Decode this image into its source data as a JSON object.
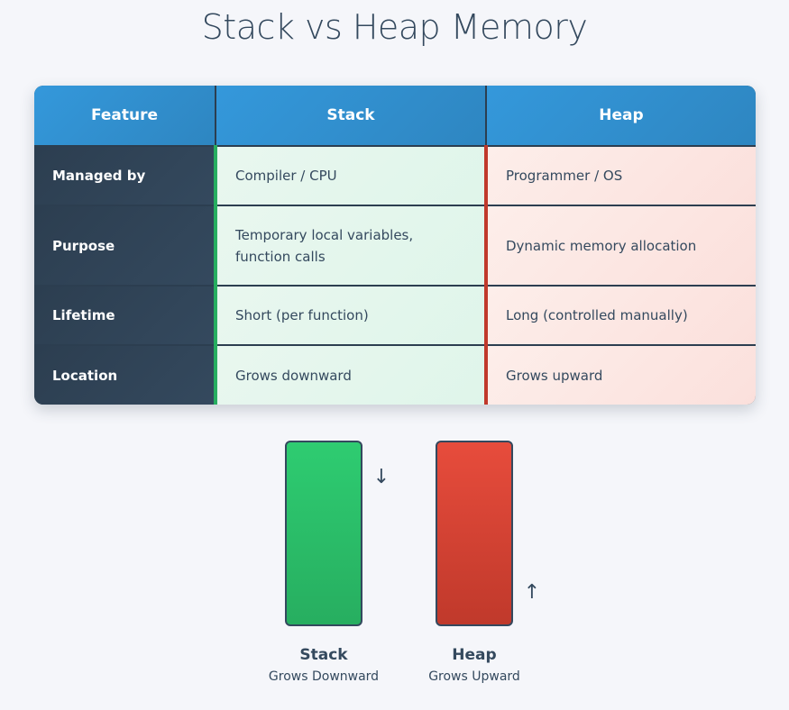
{
  "title": "Stack vs Heap Memory",
  "table": {
    "headers": [
      "Feature",
      "Stack",
      "Heap"
    ],
    "rows": [
      {
        "feature": "Managed by",
        "stack": "Compiler / CPU",
        "heap": "Programmer / OS"
      },
      {
        "feature": "Purpose",
        "stack": "Temporary local variables, function calls",
        "heap": "Dynamic memory allocation"
      },
      {
        "feature": "Lifetime",
        "stack": "Short (per function)",
        "heap": "Long (controlled manually)"
      },
      {
        "feature": "Location",
        "stack": "Grows downward",
        "heap": "Grows upward"
      }
    ]
  },
  "diagram": {
    "stack": {
      "label": "Stack",
      "sublabel": "Grows Downward",
      "arrow": "↓",
      "color": "#27ae60"
    },
    "heap": {
      "label": "Heap",
      "sublabel": "Grows Upward",
      "arrow": "↑",
      "color": "#c0392b"
    }
  },
  "colors": {
    "header": "#3498db",
    "feature_column": "#2c3e50",
    "stack_accent": "#27ae60",
    "heap_accent": "#c0392b",
    "background": "#f5f6fa"
  }
}
